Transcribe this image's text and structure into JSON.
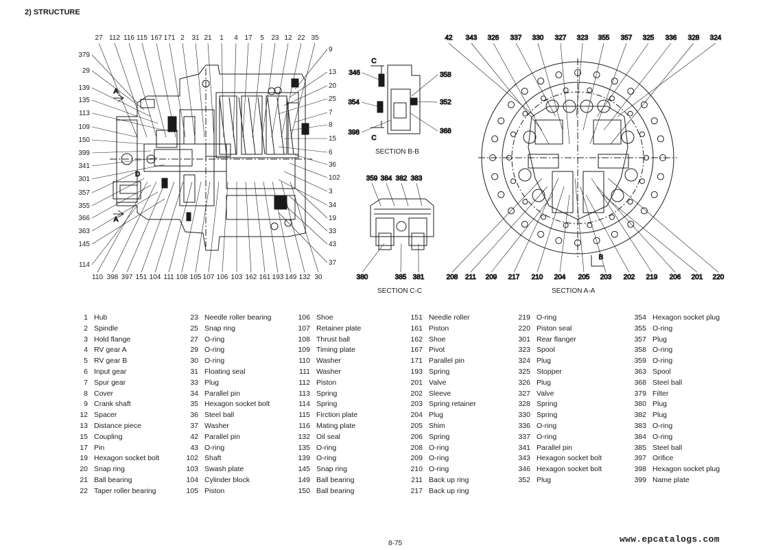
{
  "header": {
    "title": "2) STRUCTURE"
  },
  "sections": {
    "bb": "SECTION B-B",
    "cc": "SECTION C-C",
    "aa": "SECTION A-A"
  },
  "main_callouts": {
    "top": [
      "27",
      "112",
      "116",
      "115",
      "167",
      "171",
      "2",
      "31",
      "21",
      "1",
      "4",
      "17",
      "5",
      "23",
      "12",
      "22",
      "35"
    ],
    "bottom": [
      "110",
      "398",
      "397",
      "151",
      "104",
      "111",
      "108",
      "105",
      "107",
      "106",
      "103",
      "162",
      "161",
      "193",
      "149",
      "132",
      "30"
    ],
    "left": [
      "379",
      "29",
      "139",
      "135",
      "113",
      "109",
      "150",
      "399",
      "341",
      "301",
      "357",
      "355",
      "366",
      "363",
      "145",
      "114"
    ],
    "right": [
      "9",
      "13",
      "20",
      "25",
      "7",
      "8",
      "15",
      "6",
      "36",
      "102",
      "3",
      "34",
      "19",
      "33",
      "43",
      "37"
    ]
  },
  "bb_callouts": [
    "346",
    "358",
    "354",
    "352",
    "398",
    "368",
    "C",
    "C"
  ],
  "cc_callouts": [
    "359",
    "384",
    "382",
    "383",
    "380",
    "385",
    "381"
  ],
  "aa_callouts": {
    "top": [
      "42",
      "343",
      "326",
      "337",
      "330",
      "327",
      "323",
      "355",
      "357",
      "325",
      "336",
      "328",
      "324"
    ],
    "bottom": [
      "208",
      "211",
      "209",
      "217",
      "210",
      "204",
      "205",
      "203",
      "202",
      "219",
      "206",
      "201",
      "220"
    ],
    "b": "B"
  },
  "parts": [
    [
      [
        "1",
        "Hub"
      ],
      [
        "2",
        "Spindle"
      ],
      [
        "3",
        "Hold flange"
      ],
      [
        "4",
        "RV gear A"
      ],
      [
        "5",
        "RV gear B"
      ],
      [
        "6",
        "Input gear"
      ],
      [
        "7",
        "Spur gear"
      ],
      [
        "8",
        "Cover"
      ],
      [
        "9",
        "Crank shaft"
      ],
      [
        "12",
        "Spacer"
      ],
      [
        "13",
        "Distance piece"
      ],
      [
        "15",
        "Coupling"
      ],
      [
        "17",
        "Pin"
      ],
      [
        "19",
        "Hexagon socket bolt"
      ],
      [
        "20",
        "Snap ring"
      ],
      [
        "21",
        "Ball bearing"
      ],
      [
        "22",
        "Taper roller bearing"
      ]
    ],
    [
      [
        "23",
        "Needle roller bearing"
      ],
      [
        "25",
        "Snap ring"
      ],
      [
        "27",
        "O-ring"
      ],
      [
        "29",
        "O-ring"
      ],
      [
        "30",
        "O-ring"
      ],
      [
        "31",
        "Floating seal"
      ],
      [
        "33",
        "Plug"
      ],
      [
        "34",
        "Parallel pin"
      ],
      [
        "35",
        "Hexagon socket bolt"
      ],
      [
        "36",
        "Steel ball"
      ],
      [
        "37",
        "Washer"
      ],
      [
        "42",
        "Parallel pin"
      ],
      [
        "43",
        "O-ring"
      ],
      [
        "102",
        "Shaft"
      ],
      [
        "103",
        "Swash plate"
      ],
      [
        "104",
        "Cylinder block"
      ],
      [
        "105",
        "Piston"
      ]
    ],
    [
      [
        "106",
        "Shoe"
      ],
      [
        "107",
        "Retainer plate"
      ],
      [
        "108",
        "Thrust ball"
      ],
      [
        "109",
        "Timing plate"
      ],
      [
        "110",
        "Washer"
      ],
      [
        "111",
        "Washer"
      ],
      [
        "112",
        "Piston"
      ],
      [
        "113",
        "Spring"
      ],
      [
        "114",
        "Spring"
      ],
      [
        "115",
        "Firction plate"
      ],
      [
        "116",
        "Mating plate"
      ],
      [
        "132",
        "Oil seal"
      ],
      [
        "135",
        "O-ring"
      ],
      [
        "139",
        "O-ring"
      ],
      [
        "145",
        "Snap ring"
      ],
      [
        "149",
        "Ball bearing"
      ],
      [
        "150",
        "Ball bearing"
      ]
    ],
    [
      [
        "151",
        "Needle roller"
      ],
      [
        "161",
        "Piston"
      ],
      [
        "162",
        "Shoe"
      ],
      [
        "167",
        "Pivot"
      ],
      [
        "171",
        "Parallel pin"
      ],
      [
        "193",
        "Spring"
      ],
      [
        "201",
        "Valve"
      ],
      [
        "202",
        "Sleeve"
      ],
      [
        "203",
        "Spring retainer"
      ],
      [
        "204",
        "Plug"
      ],
      [
        "205",
        "Shim"
      ],
      [
        "206",
        "Spring"
      ],
      [
        "208",
        "O-ring"
      ],
      [
        "209",
        "O-ring"
      ],
      [
        "210",
        "O-ring"
      ],
      [
        "211",
        "Back up ring"
      ],
      [
        "217",
        "Back up ring"
      ]
    ],
    [
      [
        "219",
        "O-ring"
      ],
      [
        "220",
        "Piston seal"
      ],
      [
        "301",
        "Rear flanger"
      ],
      [
        "323",
        "Spool"
      ],
      [
        "324",
        "Plug"
      ],
      [
        "325",
        "Stopper"
      ],
      [
        "326",
        "Plug"
      ],
      [
        "327",
        "Valve"
      ],
      [
        "328",
        "Spring"
      ],
      [
        "330",
        "Spring"
      ],
      [
        "336",
        "O-ring"
      ],
      [
        "337",
        "O-ring"
      ],
      [
        "341",
        "Parallel pin"
      ],
      [
        "343",
        "Hexagon socket bolt"
      ],
      [
        "346",
        "Hexagon socket bolt"
      ],
      [
        "352",
        "Plug"
      ]
    ],
    [
      [
        "354",
        "Hexagon socket plug"
      ],
      [
        "355",
        "O-ring"
      ],
      [
        "357",
        "Plug"
      ],
      [
        "358",
        "O-ring"
      ],
      [
        "359",
        "O-ring"
      ],
      [
        "363",
        "Spool"
      ],
      [
        "368",
        "Steel ball"
      ],
      [
        "379",
        "Filter"
      ],
      [
        "380",
        "Plug"
      ],
      [
        "382",
        "Plug"
      ],
      [
        "383",
        "O-ring"
      ],
      [
        "384",
        "O-ring"
      ],
      [
        "385",
        "Steel ball"
      ],
      [
        "397",
        "Orifice"
      ],
      [
        "398",
        "Hexagon socket plug"
      ],
      [
        "399",
        "Name plate"
      ]
    ]
  ],
  "footer": {
    "page": "8-75",
    "watermark": "www.epcatalogs.com"
  }
}
